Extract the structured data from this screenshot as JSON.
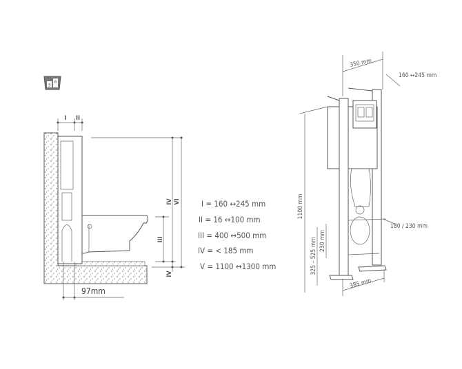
{
  "icon": {
    "name": "dual-flush-icon",
    "digits": [
      "3",
      "6"
    ]
  },
  "side_view": {
    "labels": {
      "I": "I",
      "II": "II",
      "III": "III",
      "IV_top": "IV",
      "VI": "VI",
      "IV_bottom": "IV"
    },
    "offset_label": "97mm"
  },
  "legend": [
    "I = 160 ↔245 mm",
    "II = 16 ↔100 mm",
    "III = 400 ↔500 mm",
    "IV = < 185 mm",
    "V = 1100 ↔1300 mm"
  ],
  "frame_view": {
    "width_top": "350 mm",
    "depth": "160 ↔245 mm",
    "height": "1100 mm",
    "range_height": "325 – 525 mm",
    "outlet_height": "230 mm",
    "outlet_spacing": "180 / 230 mm",
    "width_bottom": "385 mm"
  }
}
